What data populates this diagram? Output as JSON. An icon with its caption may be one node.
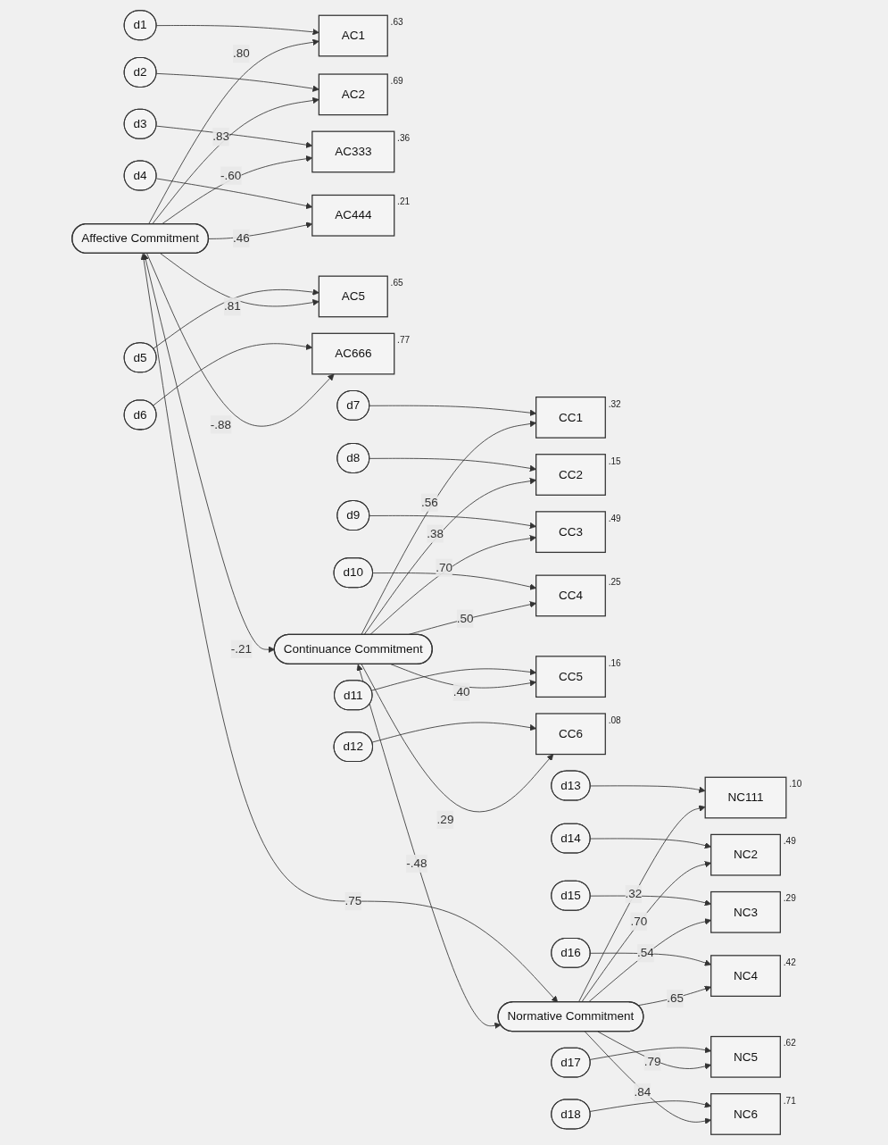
{
  "diagram": {
    "nodes": [
      {
        "text": [
          "d1"
        ]
      },
      {
        "text": [
          "AC1"
        ],
        "beside": [
          ".63"
        ]
      },
      {
        "text": [
          "d2"
        ]
      },
      {
        "text": [
          "AC2"
        ],
        "beside": [
          ".69"
        ]
      },
      {
        "text": [
          "d3"
        ]
      },
      {
        "text": [
          "AC333"
        ],
        "beside": [
          ".36"
        ]
      },
      {
        "text": [
          "d4"
        ]
      },
      {
        "text": [
          "AC444"
        ],
        "beside": [
          ".21"
        ]
      },
      {
        "text": [
          "d5"
        ]
      },
      {
        "text": [
          "AC5"
        ],
        "beside": [
          ".65"
        ]
      },
      {
        "text": [
          "d6"
        ]
      },
      {
        "text": [
          "AC666"
        ],
        "beside": [
          ".77"
        ]
      },
      {
        "text": [
          "Affective Commitment"
        ]
      },
      {
        "text": [
          "d7"
        ]
      },
      {
        "text": [
          "CC1"
        ],
        "beside": [
          ".32"
        ]
      },
      {
        "text": [
          "d8"
        ]
      },
      {
        "text": [
          "CC2"
        ],
        "beside": [
          ".15"
        ]
      },
      {
        "text": [
          "d9"
        ]
      },
      {
        "text": [
          "CC3"
        ],
        "beside": [
          ".49"
        ]
      },
      {
        "text": [
          "d10"
        ]
      },
      {
        "text": [
          "CC4"
        ],
        "beside": [
          ".25"
        ]
      },
      {
        "text": [
          "d11"
        ]
      },
      {
        "text": [
          "CC5"
        ],
        "beside": [
          ".16"
        ]
      },
      {
        "text": [
          "d12"
        ]
      },
      {
        "text": [
          "CC6"
        ],
        "beside": [
          ".08"
        ]
      },
      {
        "text": [
          "Continuance Commitment"
        ]
      },
      {
        "text": [
          "d13"
        ]
      },
      {
        "text": [
          "NC111"
        ],
        "beside": [
          ".10"
        ]
      },
      {
        "text": [
          "d14"
        ]
      },
      {
        "text": [
          "NC2"
        ],
        "beside": [
          ".49"
        ]
      },
      {
        "text": [
          "d15"
        ]
      },
      {
        "text": [
          "NC3"
        ],
        "beside": [
          ".29"
        ]
      },
      {
        "text": [
          "d16"
        ]
      },
      {
        "text": [
          "NC4"
        ],
        "beside": [
          ".42"
        ]
      },
      {
        "text": [
          "d17"
        ]
      },
      {
        "text": [
          "NC5"
        ],
        "beside": [
          ".62"
        ]
      },
      {
        "text": [
          "d18"
        ]
      },
      {
        "text": [
          "NC6"
        ],
        "beside": [
          ".71"
        ]
      },
      {
        "text": [
          "Normative Commitment"
        ]
      }
    ],
    "edges": [
      {
        "from": 0,
        "to": 1,
        "arrow": "to"
      },
      {
        "from": 2,
        "to": 3,
        "arrow": "to"
      },
      {
        "from": 4,
        "to": 5,
        "arrow": "to"
      },
      {
        "from": 6,
        "to": 7,
        "arrow": "to"
      },
      {
        "from": 8,
        "to": 9,
        "arrow": "to"
      },
      {
        "from": 10,
        "to": 11,
        "arrow": "to"
      },
      {
        "from": 12,
        "to": 1,
        "arrow": "to",
        "label": ".80"
      },
      {
        "from": 12,
        "to": 3,
        "arrow": "to",
        "label": ".83"
      },
      {
        "from": 12,
        "to": 5,
        "arrow": "to",
        "label": "-.60"
      },
      {
        "from": 12,
        "to": 7,
        "arrow": "to",
        "label": ".46"
      },
      {
        "from": 12,
        "to": 9,
        "arrow": "to",
        "label": ".81"
      },
      {
        "from": 12,
        "to": 11,
        "arrow": "to",
        "label": "-.88"
      },
      {
        "from": 13,
        "to": 14,
        "arrow": "to"
      },
      {
        "from": 15,
        "to": 16,
        "arrow": "to"
      },
      {
        "from": 17,
        "to": 18,
        "arrow": "to"
      },
      {
        "from": 19,
        "to": 20,
        "arrow": "to"
      },
      {
        "from": 21,
        "to": 22,
        "arrow": "to"
      },
      {
        "from": 23,
        "to": 24,
        "arrow": "to"
      },
      {
        "from": 25,
        "to": 14,
        "arrow": "to",
        "label": ".56"
      },
      {
        "from": 25,
        "to": 16,
        "arrow": "to",
        "label": ".38"
      },
      {
        "from": 25,
        "to": 18,
        "arrow": "to",
        "label": ".70"
      },
      {
        "from": 25,
        "to": 20,
        "arrow": "to",
        "label": ".50"
      },
      {
        "from": 25,
        "to": 22,
        "arrow": "to",
        "label": ".40"
      },
      {
        "from": 25,
        "to": 24,
        "arrow": "to",
        "label": ".29"
      },
      {
        "from": 26,
        "to": 27,
        "arrow": "to"
      },
      {
        "from": 28,
        "to": 29,
        "arrow": "to"
      },
      {
        "from": 30,
        "to": 31,
        "arrow": "to"
      },
      {
        "from": 32,
        "to": 33,
        "arrow": "to"
      },
      {
        "from": 34,
        "to": 35,
        "arrow": "to"
      },
      {
        "from": 36,
        "to": 37,
        "arrow": "to"
      },
      {
        "from": 38,
        "to": 27,
        "arrow": "to",
        "label": ".32"
      },
      {
        "from": 38,
        "to": 29,
        "arrow": "to",
        "label": ".70"
      },
      {
        "from": 38,
        "to": 31,
        "arrow": "to",
        "label": ".54"
      },
      {
        "from": 38,
        "to": 33,
        "arrow": "to",
        "label": ".65"
      },
      {
        "from": 38,
        "to": 35,
        "arrow": "to",
        "label": ".79"
      },
      {
        "from": 38,
        "to": 37,
        "arrow": "to",
        "label": ".84"
      },
      {
        "from": 12,
        "to": 25,
        "arrow": "both",
        "label": "-.21"
      },
      {
        "from": 12,
        "to": 38,
        "arrow": "both",
        "label": ".75"
      },
      {
        "from": 25,
        "to": 38,
        "arrow": "both",
        "label": "-.48"
      }
    ]
  }
}
